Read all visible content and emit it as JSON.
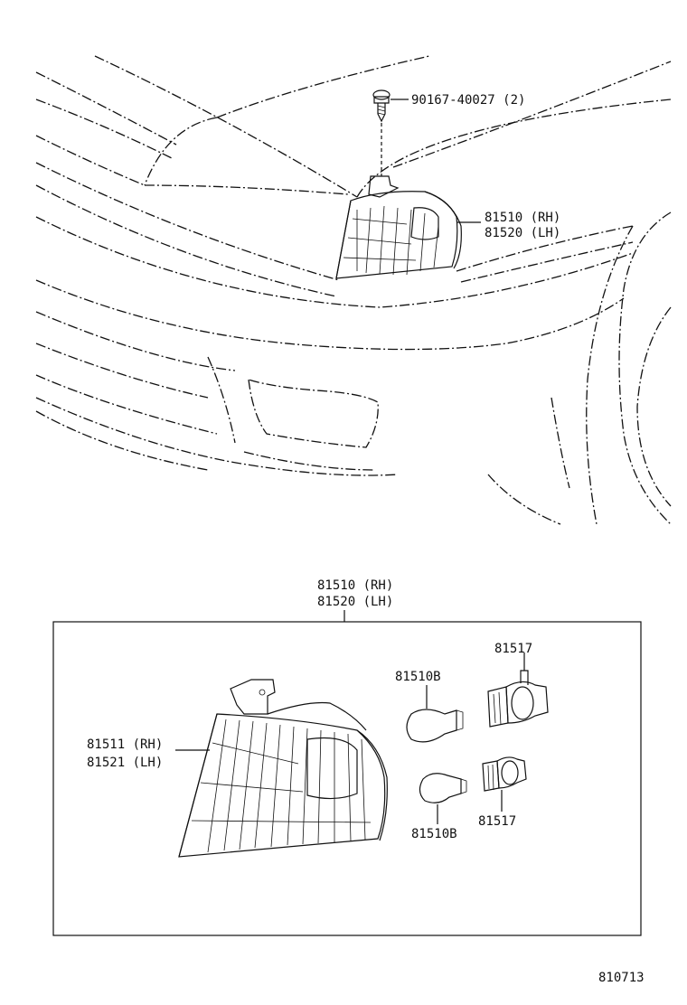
{
  "top_view": {
    "screw_label": "90167-40027 (2)",
    "lamp_label_rh": "81510 (RH)",
    "lamp_label_lh": "81520 (LH)"
  },
  "detail_view": {
    "assembly_label_rh": "81510 (RH)",
    "assembly_label_lh": "81520 (LH)",
    "lens_label_rh": "81511 (RH)",
    "lens_label_lh": "81521 (LH)",
    "bulb_label_top": "81510B",
    "bulb_label_bottom": "81510B",
    "socket_label_top": "81517",
    "socket_label_bottom": "81517"
  },
  "diagram_code": "810713"
}
